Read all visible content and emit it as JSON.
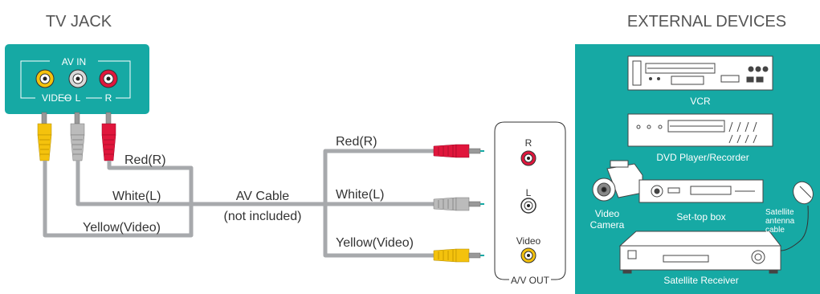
{
  "headings": {
    "left": "TV JACK",
    "right": "EXTERNAL DEVICES"
  },
  "tv_jack": {
    "group_label": "AV IN",
    "label_video": "VIDEO",
    "label_l": "L",
    "label_r": "R"
  },
  "cable": {
    "left_red": "Red(R)",
    "left_white": "White(L)",
    "left_yellow": "Yellow(Video)",
    "center_title": "AV Cable",
    "center_note": "(not included)",
    "right_red": "Red(R)",
    "right_white": "White(L)",
    "right_yellow": "Yellow(Video)"
  },
  "av_out": {
    "label": "A/V OUT",
    "jack_r": "R",
    "jack_l": "L",
    "jack_video": "Video"
  },
  "devices": {
    "vcr": "VCR",
    "dvd": "DVD Player/Recorder",
    "settop": "Set-top box",
    "camera_line1": "Video",
    "camera_line2": "Camera",
    "satellite_receiver": "Satellite Receiver",
    "antenna_line1": "Satellite",
    "antenna_line2": "antenna",
    "antenna_line3": "cable"
  },
  "colors": {
    "teal": "#16a9a4",
    "red": "#e0163c",
    "white_plug": "#b9b9b9",
    "yellow": "#f4c20d",
    "cable": "#a7a9ac",
    "text": "#333333",
    "device_line": "#555555"
  }
}
